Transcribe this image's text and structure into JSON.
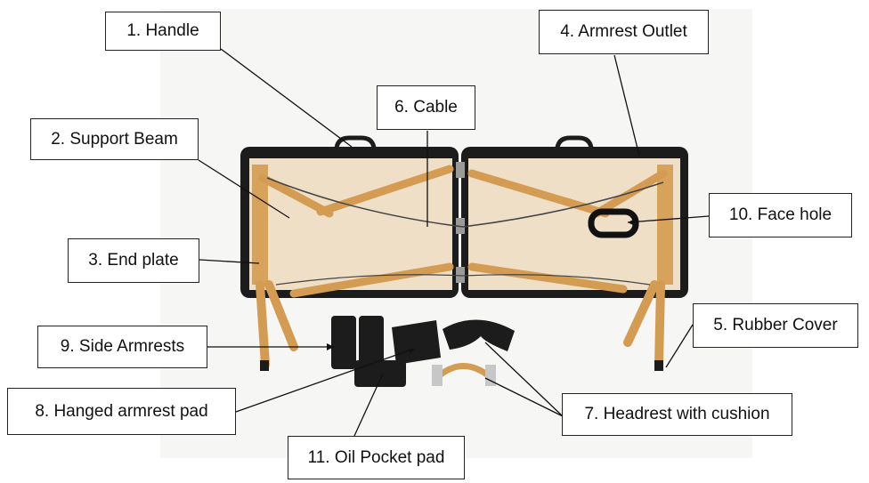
{
  "labels": {
    "handle": "1. Handle",
    "support_beam": "2. Support Beam",
    "end_plate": "3. End plate",
    "armrest_outlet": "4. Armrest Outlet",
    "rubber_cover": "5. Rubber Cover",
    "cable": "6. Cable",
    "headrest": "7. Headrest with cushion",
    "hanged_armrest_pad": "8. Hanged armrest pad",
    "side_armrests": "9. Side Armrests",
    "face_hole": "10. Face hole",
    "oil_pocket_pad": "11. Oil Pocket pad"
  }
}
